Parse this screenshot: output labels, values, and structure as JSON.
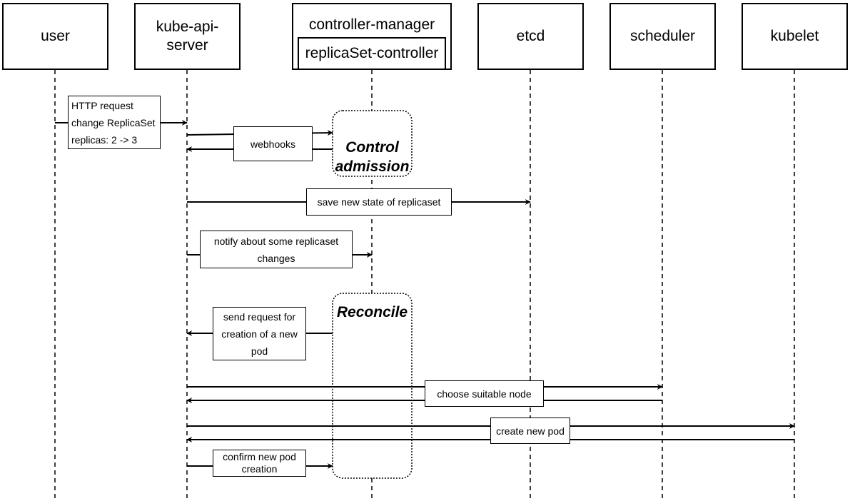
{
  "actors": {
    "user": "user",
    "api_server": "kube-api-\nserver",
    "controller_manager": "controller-manager",
    "replicaset_controller": "replicaSet-controller",
    "etcd": "etcd",
    "scheduler": "scheduler",
    "kubelet": "kubelet"
  },
  "phases": {
    "control_admission": "Control\nadmission",
    "reconcile": "Reconcile"
  },
  "messages": {
    "http_request": "HTTP request\nchange ReplicaSet\nreplicas: 2 -> 3",
    "webhooks": "webhooks",
    "save_state": "save new state of replicaset",
    "notify": "notify about some replicaset\nchanges",
    "send_request": "send request for\ncreation of a new\npod",
    "choose_node": "choose suitable node",
    "create_pod": "create new pod",
    "confirm_pod": "confirm new pod\ncreation"
  }
}
